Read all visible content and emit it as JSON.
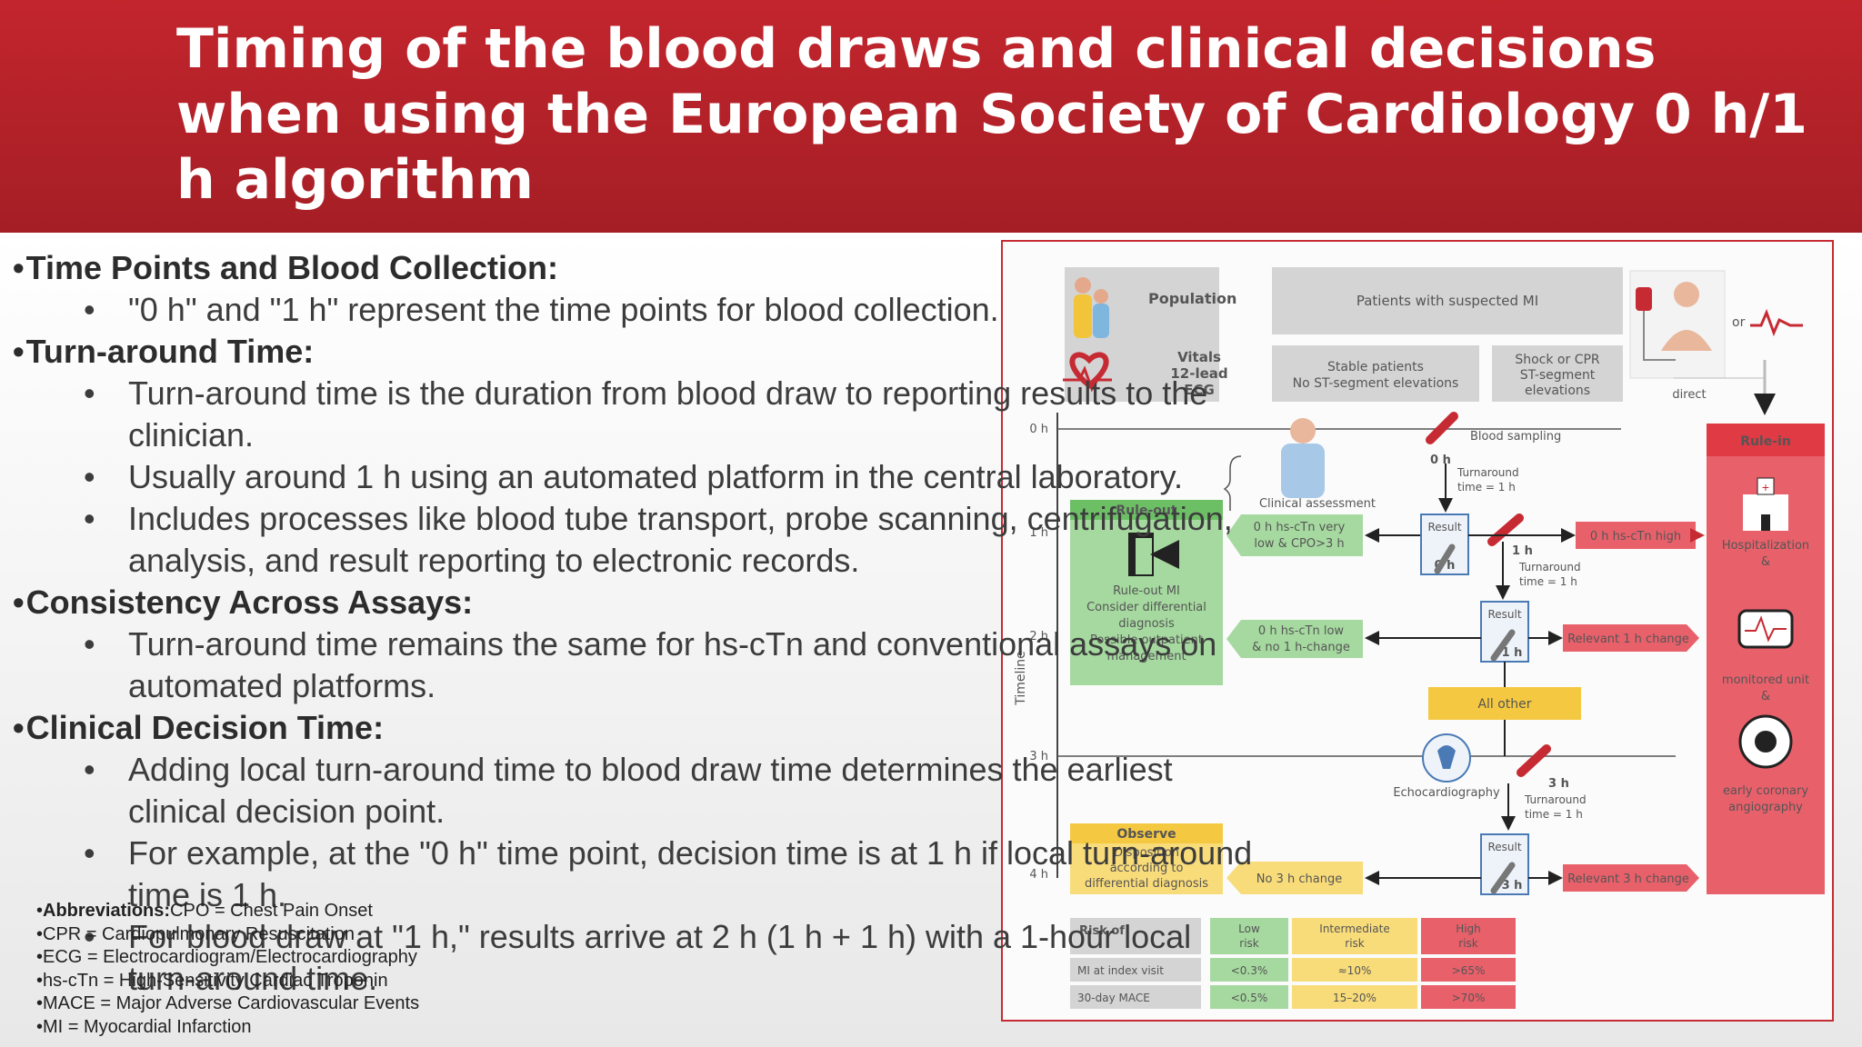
{
  "title": "Timing of the blood draws and clinical decisions when using the European Society of Cardiology 0 h/1 h algorithm",
  "sections": [
    {
      "heading": "Time Points and Blood Collection:",
      "items": [
        "\"0 h\" and \"1 h\" represent the time points for blood collection."
      ]
    },
    {
      "heading": "Turn-around Time:",
      "items": [
        "Turn-around time is the duration from blood draw to reporting results to the clinician.",
        "Usually around 1 h using an automated platform in the central laboratory.",
        "Includes processes like blood tube transport, probe scanning, centrifugation, analysis, and result reporting to electronic records."
      ]
    },
    {
      "heading": "Consistency Across Assays:",
      "items": [
        "Turn-around time remains the same for hs-cTn and conventional assays on automated platforms."
      ]
    },
    {
      "heading": "Clinical Decision Time:",
      "items": [
        "Adding local turn-around time to blood draw time determines the earliest clinical decision point.",
        "For example, at the \"0 h\" time point, decision time is at 1 h if local turn-around time is 1 h.",
        "For blood draw at \"1 h,\" results arrive at 2 h (1 h + 1 h) with a 1-hour local turn-around time."
      ]
    }
  ],
  "abbreviations": {
    "heading": "Abbreviations:",
    "first": "CPO = Chest Pain Onset",
    "items": [
      "CPR = Cardiopulmonary Resuscitation",
      "ECG = Electrocardiogram/Electrocardiography",
      "hs-cTn = High-Sensitivity Cardiac Troponin",
      "MACE = Major Adverse Cardiovascular Events",
      "MI = Myocardial Infarction"
    ]
  },
  "figure": {
    "population": "Population",
    "patients": "Patients with suspected MI",
    "or": "or",
    "direct": "direct",
    "vitals": [
      "Vitals",
      "12-lead",
      "ECG"
    ],
    "stable": [
      "Stable patients",
      "No ST-segment elevations"
    ],
    "shock": [
      "Shock or CPR",
      "ST-segment",
      "elevations"
    ],
    "time_labels": [
      "0 h",
      "1 h",
      "2 h",
      "3 h",
      "4 h"
    ],
    "timeline": "Timeline",
    "blood_sampling": "Blood sampling",
    "turnaround": [
      "Turnaround",
      "time = 1 h"
    ],
    "clinical_assessment": "Clinical assessment",
    "rule_out": "Rule-out",
    "rule_out_text": [
      "Rule-out MI",
      "Consider differential",
      "diagnosis",
      "Possible outpatient",
      "management"
    ],
    "very_low": [
      "0 h hs-cTn very",
      "low & CPO>3 h"
    ],
    "low_no_change": [
      "0 h hs-cTn low",
      "& no 1 h-change"
    ],
    "result": "Result",
    "high": "0 h hs-cTn high",
    "relevant_1h": "Relevant 1 h change",
    "all_other": "All other",
    "echo": "Echocardiography",
    "observe": "Observe",
    "disposition": [
      "Disposition",
      "according to",
      "differential diagnosis"
    ],
    "no_3h": "No 3 h change",
    "relevant_3h": "Relevant 3 h change",
    "rule_in": "Rule-in",
    "hospitalization": [
      "Hospitalization",
      "&"
    ],
    "monitored": [
      "monitored unit",
      "&"
    ],
    "angiography": [
      "early coronary",
      "angiography"
    ],
    "risk_of": "Risk of",
    "risk_headers": [
      [
        "Low",
        "risk"
      ],
      [
        "Intermediate",
        "risk"
      ],
      [
        "High",
        "risk"
      ]
    ],
    "risk_rows": [
      {
        "label": "MI at index visit",
        "values": [
          "<0.3%",
          "≈10%",
          ">65%"
        ]
      },
      {
        "label": "30-day MACE",
        "values": [
          "<0.5%",
          "15–20%",
          ">70%"
        ]
      }
    ],
    "time_marks": [
      "0 h",
      "1 h",
      "1 h",
      "3 h",
      "3 h"
    ],
    "colors": {
      "green": "#8fcf8a",
      "red": "#e8606a",
      "yellow": "#f5c842",
      "gray": "#d4d4d4"
    }
  }
}
